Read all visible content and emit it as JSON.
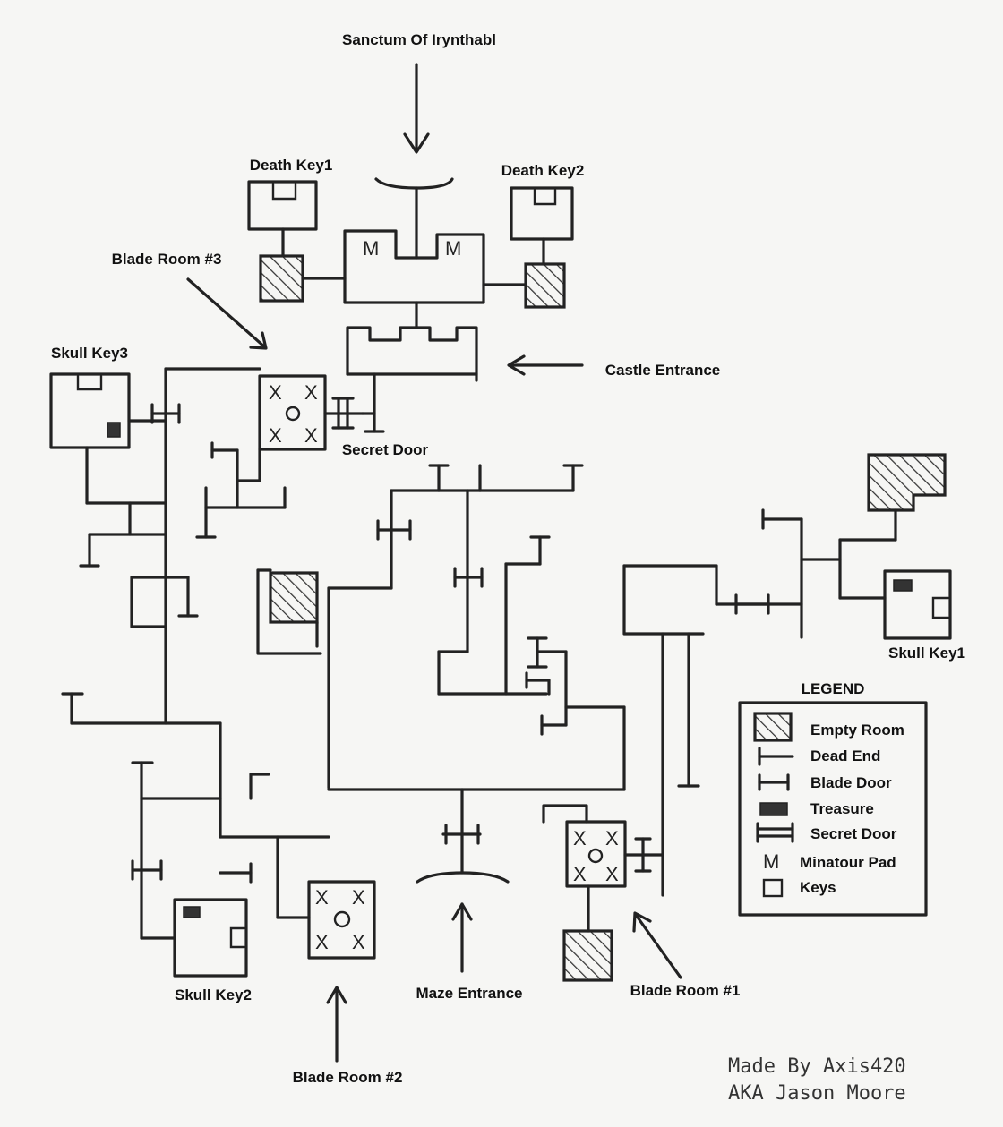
{
  "labels": {
    "sanctum": "Sanctum Of Irynthabl",
    "death_key1": "Death Key1",
    "death_key2": "Death Key2",
    "blade_room_3": "Blade Room #3",
    "skull_key3": "Skull Key3",
    "castle_entrance": "Castle Entrance",
    "secret_door": "Secret Door",
    "skull_key1": "Skull Key1",
    "skull_key2": "Skull Key2",
    "maze_entrance": "Maze Entrance",
    "blade_room_1": "Blade Room #1",
    "blade_room_2": "Blade Room #2"
  },
  "legend": {
    "title": "LEGEND",
    "items": [
      {
        "label": "Empty Room",
        "symbol": "hatched-room"
      },
      {
        "label": "Dead End",
        "symbol": "dead-end"
      },
      {
        "label": "Blade Door",
        "symbol": "blade-door"
      },
      {
        "label": "Treasure",
        "symbol": "treasure"
      },
      {
        "label": "Secret Door",
        "symbol": "secret-door"
      },
      {
        "label": "Minatour Pad",
        "symbol": "minotaur-pad"
      },
      {
        "label": "Keys",
        "symbol": "key"
      }
    ]
  },
  "markers": {
    "minotaur": "M",
    "blade_x": "X",
    "blade_o": "O"
  },
  "credit": {
    "line1": "Made By Axis420",
    "line2": "AKA Jason Moore"
  }
}
